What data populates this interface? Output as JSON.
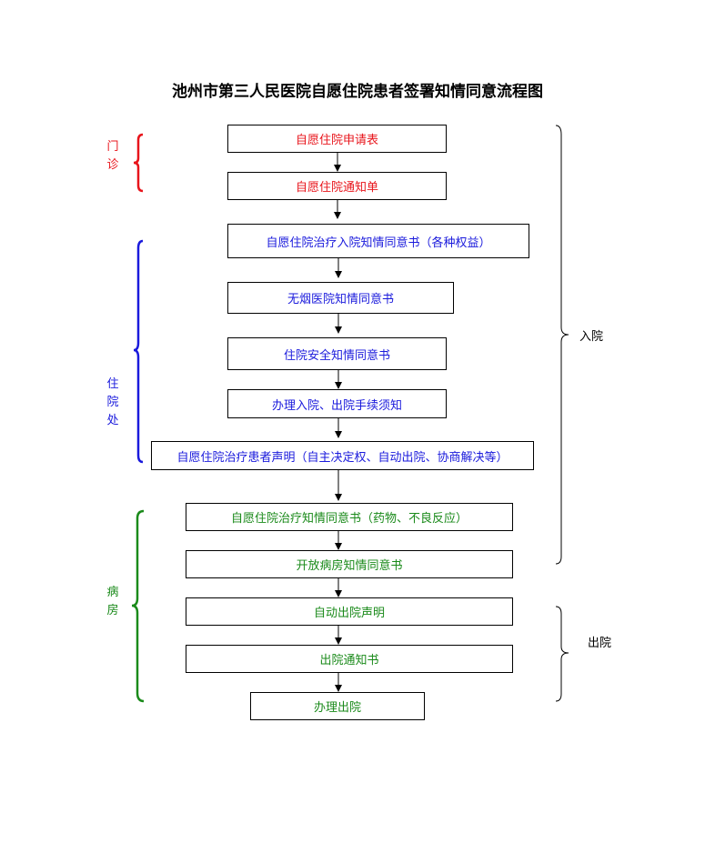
{
  "title": "池州市第三人民医院自愿住院患者签署知情同意流程图",
  "colors": {
    "red": "#e8141b",
    "blue": "#1a1adc",
    "green": "#1a8a1a",
    "black": "#000000"
  },
  "sections": [
    {
      "label": "门诊",
      "color": "red"
    },
    {
      "label": "住院处",
      "color": "blue"
    },
    {
      "label": "病房",
      "color": "green"
    }
  ],
  "steps": [
    {
      "label": "自愿住院申请表",
      "color": "red"
    },
    {
      "label": "自愿住院通知单",
      "color": "red"
    },
    {
      "label": "自愿住院治疗入院知情同意书（各种权益）",
      "color": "blue"
    },
    {
      "label": "无烟医院知情同意书",
      "color": "blue"
    },
    {
      "label": "住院安全知情同意书",
      "color": "blue"
    },
    {
      "label": "办理入院、出院手续须知",
      "color": "blue"
    },
    {
      "label": "自愿住院治疗患者声明（自主决定权、自动出院、协商解决等）",
      "color": "blue"
    },
    {
      "label": "自愿住院治疗知情同意书（药物、不良反应）",
      "color": "green"
    },
    {
      "label": "开放病房知情同意书",
      "color": "green"
    },
    {
      "label": "自动出院声明",
      "color": "green"
    },
    {
      "label": "出院通知书",
      "color": "green"
    },
    {
      "label": "办理出院",
      "color": "green"
    }
  ],
  "phases": [
    {
      "label": "入院"
    },
    {
      "label": "出院"
    }
  ]
}
